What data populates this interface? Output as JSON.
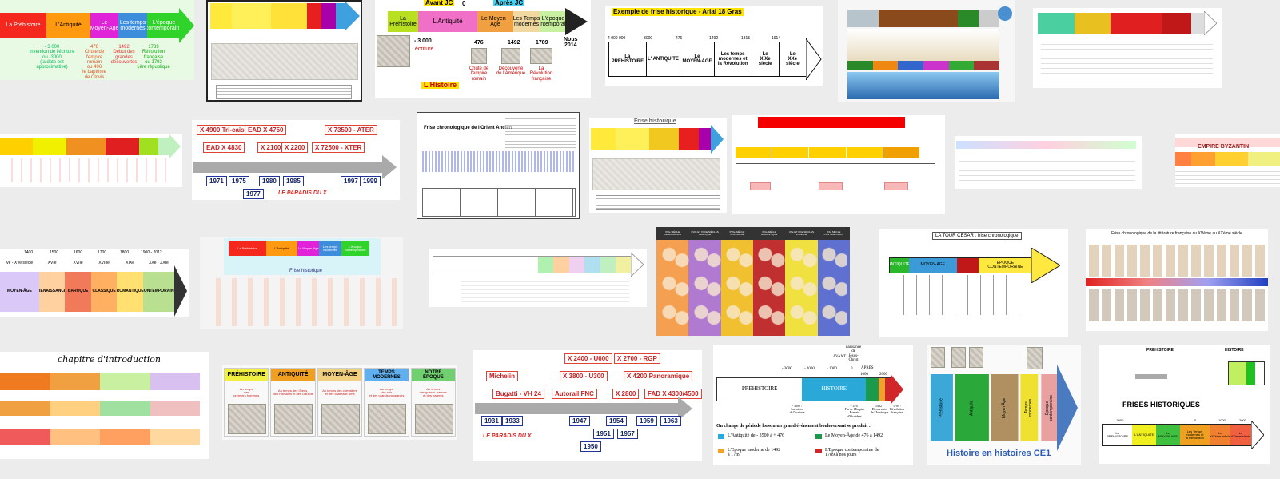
{
  "t1": {
    "segments": [
      "La Préhistoire",
      "L'Antiquité",
      "Le\nMoyen-Age",
      "Les temps\nmodernes",
      "L'époque\ncontemporaine"
    ],
    "notes": [
      "- 3 000\nInvention de l'écriture\nou -3000\n(la date est\napproximative)",
      "476\nChute de\nl'empire\nromain\nou 496\nle baptême\nde Clovis",
      "1492\nDébut des\ngrandes\ndécouvertes",
      "1789\nRévolution\nfrançaise\nou 1792\n1ère république"
    ]
  },
  "t3": {
    "avant": "Avant JC",
    "zero": "0",
    "apres": "Après JC",
    "segments": [
      "La\nPréhistoire",
      "L'Antiquité",
      "Le Moyen - Age",
      "Les Temps\nmodernes",
      "L'époque\ncontemporaine"
    ],
    "dates": [
      "- 3 000",
      "476",
      "1492",
      "1789",
      "Nous\n2014"
    ],
    "ecriture": "écriture",
    "events": [
      "Chute de\nl'empire\nromain",
      "Découverte\nde l'Amérique",
      "La\nRévolution\nfrançaise"
    ],
    "footer": "L'Histoire"
  },
  "t4": {
    "title": "Exemple de frise historique - Arial 18 Gras",
    "dates": [
      "- 4 000 000",
      "- 3000",
      "476",
      "1492",
      "1815",
      "1914"
    ],
    "segments": [
      "La\nPREHISTOIRE",
      "L' ANTIQUITE",
      "Le\nMOYEN-AGE",
      "Les temps\nmodernes et\nla Révolution",
      "Le\nXIXe\nsiècle",
      "Le\nXXe\nsiècle"
    ]
  },
  "t8": {
    "top": [
      "X 4900 Tri-caisse",
      "EAD X 4750",
      "X 73500 - ATER"
    ],
    "mid": [
      "EAD X 4830",
      "X 2100",
      "X 2200",
      "X 72500 - XTER"
    ],
    "years": [
      "1971",
      "1975",
      "1977",
      "1980",
      "1985",
      "1997",
      "1999"
    ],
    "logo": "LE PARADIS DU X"
  },
  "t9": {
    "title": "Frise chronologique de l'Orient Ancien"
  },
  "t10": {
    "title": "Frise historique"
  },
  "t13": {
    "title": "EMPIRE BYZANTIN"
  },
  "t14": {
    "years": [
      "1400",
      "1500",
      "1600",
      "1700",
      "1800",
      "1900 - 2012"
    ],
    "centuries": [
      "Ve - XVe siècle",
      "XVIe",
      "XVIIe",
      "XVIIIe",
      "XIXe",
      "XXe - XXIe"
    ],
    "segments": [
      "MOYEN-ÂGE",
      "RENAISSANCE",
      "BAROQUE",
      "CLASSIQUE",
      "ROMANTIQUE",
      "CONTEMPORAINE"
    ]
  },
  "t15": {
    "title": "Frise historique",
    "segments": [
      "La Préhistoire",
      "L'Antiquité",
      "Le Moyen-Age",
      "Les temps modernes",
      "L'époque contemporaine"
    ]
  },
  "t17": {
    "headers": [
      "XVIe SIÈCLE\nRENAISSANCE",
      "XVIIe ET XVIIIe SIÈCLES\nBAROQUE",
      "XVIIe SIÈCLE\nCLASSIQUE",
      "XIXe SIÈCLE\nROMANTIQUE",
      "XXe ET XXIe SIÈCLES\nMODERNE",
      "XXe SIÈCLE\nCONTEMPORAIN"
    ]
  },
  "t18": {
    "title": "LA TOUR CESAR : frise chronologique",
    "segments": [
      "ANTIQUITE",
      "MOYEN-AGE",
      "",
      "EPOQUE\nCONTEMPORAINE"
    ]
  },
  "t19": {
    "title": "Frise chronologique de la littérature française du XVème au XXème siècle"
  },
  "t20": {
    "title": "chapitre d'introduction"
  },
  "t21": {
    "segments": [
      "PRÉHISTOIRE",
      "ANTIQUITÉ",
      "MOYEN-ÂGE",
      "TEMPS\nMODERNES",
      "NOTRE\nÉPOQUE"
    ],
    "sub": [
      "Au temps\ndes\npremiers hommes",
      "Au temps des Grecs,\ndes Romains et des Gaulois",
      "Au temps des chevaliers\net des châteaux forts",
      "Au temps\ndes rois\net des grands voyageurs",
      "Au temps\ndes grands-parents\net des parents"
    ]
  },
  "t22": {
    "top": [
      "X 2400 - U600",
      "X 2700 - RGP"
    ],
    "labels": [
      "Michelin",
      "X 3800 - U300",
      "X 4200 Panoramique",
      "Bugatti - VH 24",
      "Autorail FNC",
      "X 2800",
      "FAD X 4300/4500"
    ],
    "years": [
      "1931",
      "1933",
      "1947",
      "1950",
      "1951",
      "1954",
      "1957",
      "1959",
      "1963"
    ],
    "logo": "LE PARADIS DU X"
  },
  "t23": {
    "dates": [
      "- 3000",
      "- 2000",
      "- 1000",
      "0",
      "1000",
      "2000"
    ],
    "avant": "AVANT",
    "naissance": "naissance\nde\nJésus-\nChrist",
    "apres": "APRÈS",
    "segments": [
      "PREHISTOIRE",
      "HISTOIRE"
    ],
    "notes": [
      "- 3500 :\nInvention\nde l'écriture",
      "+ 476 :\nFin de l'Empire\nRomain\nd'Occident",
      "1492 :\nDécouverte\nde l'Amérique",
      "1789 :\nRévolution\nfrançaise"
    ],
    "headline": "On change de période lorsqu'un grand événement bouleversant se produit :",
    "legend": [
      "L'Antiquité de - 3500 à + 476",
      "Le Moyen-Âge de 476 à 1492",
      "L'Epoque moderne de 1492\nà 1789",
      "L'Epoque contemporaine de\n1789 à nos jours"
    ],
    "colors": {
      "antiquite": "#2aa9d8",
      "moyen": "#1a9a4a",
      "moderne": "#f0a22a",
      "contemporaine": "#d0262a"
    }
  },
  "t24": {
    "segments": [
      "Préhistoire",
      "Antiquité",
      "Moyen Âge",
      "Temps\nmodernes",
      "Époque\ncontemporaine"
    ],
    "footer": "Histoire en histoires CE1"
  },
  "t25": {
    "prehistoire": "PREHISTOIRE",
    "histoire": "HISTOIRE",
    "title": "FRISES  HISTORIQUES",
    "dates": [
      "- 3000",
      "0",
      "1000",
      "2000"
    ],
    "segments": [
      "La\nPREHISTOIRE",
      "L'ANTIQUITE",
      "Le\nMOYEN-AGE",
      "Les Temps\nmodernes et\nla Révolution",
      "Le\nXIXème siècle",
      "Le\nXXème siècle"
    ]
  }
}
